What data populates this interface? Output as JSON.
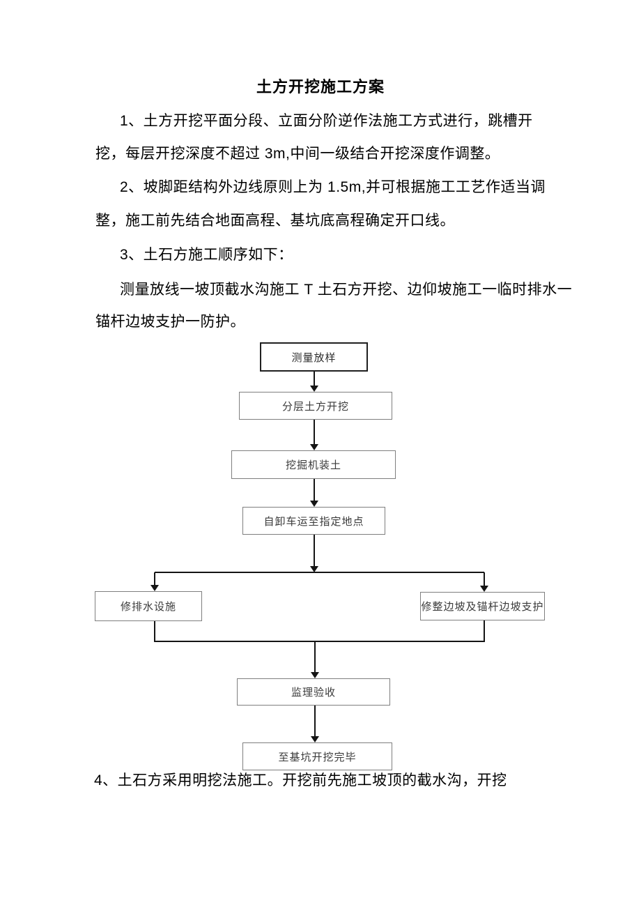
{
  "document": {
    "title": "土方开挖施工方案",
    "lines": [
      {
        "text": "1、土方开挖平面分段、立面分阶逆作法施工方式进行，跳槽开"
      },
      {
        "text": "挖，每层开挖深度不超过 3m,中间一级结合开挖深度作调整。"
      },
      {
        "text": "2、坡脚距结构外边线原则上为 1.5m,并可根据施工工艺作适当调"
      },
      {
        "text": "整，施工前先结合地面高程、基坑底高程确定开口线。"
      },
      {
        "text": "3、土石方施工顺序如下："
      },
      {
        "text": "测量放线一坡顶截水沟施工 T 土石方开挖、边仰坡施工一临时排水一"
      },
      {
        "text": "锚杆边坡支护一防护。"
      },
      {
        "text": "4、土石方采用明挖法施工。开挖前先施工坡顶的截水沟，开挖"
      }
    ]
  },
  "flowchart": {
    "nodes": {
      "survey": "测量放样",
      "layered_excavation": "分层土方开挖",
      "excavator_loading": "挖掘机装土",
      "dump_truck": "自卸车运至指定地点",
      "drainage": "修排水设施",
      "slope_support": "修整边坡及锚杆边坡支护",
      "supervision": "监理验收",
      "complete": "至基坑开挖完毕"
    }
  },
  "colors": {
    "page_background": "#ffffff",
    "text": "#000000",
    "node_border_primary": "#1f1f1f",
    "node_border": "#7e7e7e",
    "node_text": "#3a3a3a",
    "connector": "#141414"
  }
}
